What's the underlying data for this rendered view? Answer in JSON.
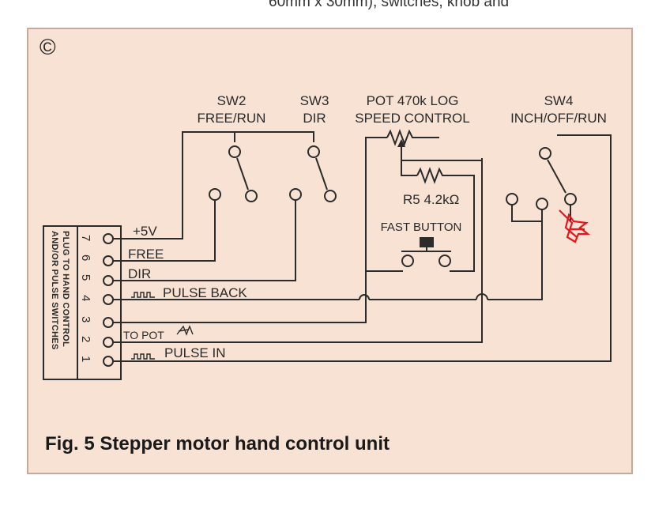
{
  "header_fragment": "60mm x 30mm), switches, knob and",
  "figure": {
    "copyright_symbol": "©",
    "caption": "Fig. 5 Stepper motor hand control unit",
    "connector_label_line1": "PLUG TO HAND CONTROL",
    "connector_label_line2": "AND/OR PULSE SWITCHES",
    "pins": [
      "7",
      "6",
      "5",
      "4",
      "3",
      "2",
      "1"
    ],
    "signals": {
      "pin7": "+5V",
      "pin6": "FREE",
      "pin5": "DIR",
      "pin4": "PULSE BACK",
      "pin2": "TO POT",
      "pin1": "PULSE IN"
    },
    "components": {
      "sw2_name": "SW2",
      "sw2_desc": "FREE/RUN",
      "sw3_name": "SW3",
      "sw3_desc": "DIR",
      "pot_line1": "POT 470k LOG",
      "pot_line2": "SPEED CONTROL",
      "r5": "R5 4.2kΩ",
      "fast_button": "FAST BUTTON",
      "sw4_name": "SW4",
      "sw4_desc": "INCH/OFF/RUN"
    },
    "annotation_color": "#e8141c",
    "line_color": "#2b2b2b",
    "panel_color": "#f7e2d3"
  }
}
